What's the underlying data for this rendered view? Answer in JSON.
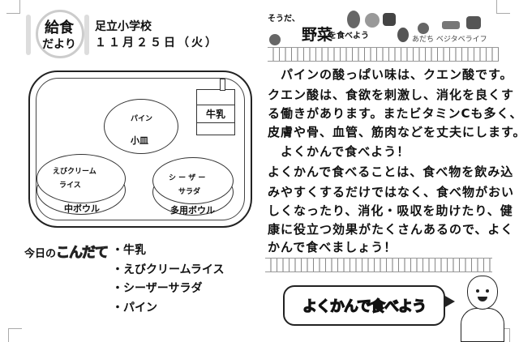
{
  "header": {
    "logo_title": "給食",
    "logo_subtitle": "だより",
    "school": "足立小学校",
    "date": "１１月２５日（火）"
  },
  "banner": {
    "prefix": "そうだ、",
    "title_big": "野菜",
    "title_rest": "を食べよう",
    "brand": "あだち ベジタベライフ"
  },
  "tray": {
    "milk": "牛乳",
    "small_plate_food": "パイン",
    "small_plate_label": "小皿",
    "mid_bowl_food_1": "えびクリーム",
    "mid_bowl_food_2": "ライス",
    "mid_bowl_label": "中ボウル",
    "multi_bowl_food_1": "シ ー ザ ー",
    "multi_bowl_food_2": "サラダ",
    "multi_bowl_label": "多用ボウル"
  },
  "menu": {
    "heading_prefix": "今日の",
    "heading_main": "こんだて",
    "items": [
      "牛乳",
      "えびクリームライス",
      "シーザーサラダ",
      "パイン"
    ]
  },
  "article": {
    "lines": [
      "　パインの酸っぱい味は、クエン酸です。",
      "クエン酸は、食欲を刺激し、消化を良くす",
      "る働きがあります。またビタミンCも多く、",
      "皮膚や骨、血管、筋肉などを丈夫にします。",
      "　よくかんで食べよう！",
      "よくかんで食べることは、食べ物を飲み込",
      "みやすくするだけではなく、食べ物がおい",
      "しくなったり、消化・吸収を助けたり、健",
      "康に役立つ効果がたくさんあるので、よく",
      "かんで食べましょう！"
    ]
  },
  "callout": {
    "text": "よくかんで食べよう"
  }
}
